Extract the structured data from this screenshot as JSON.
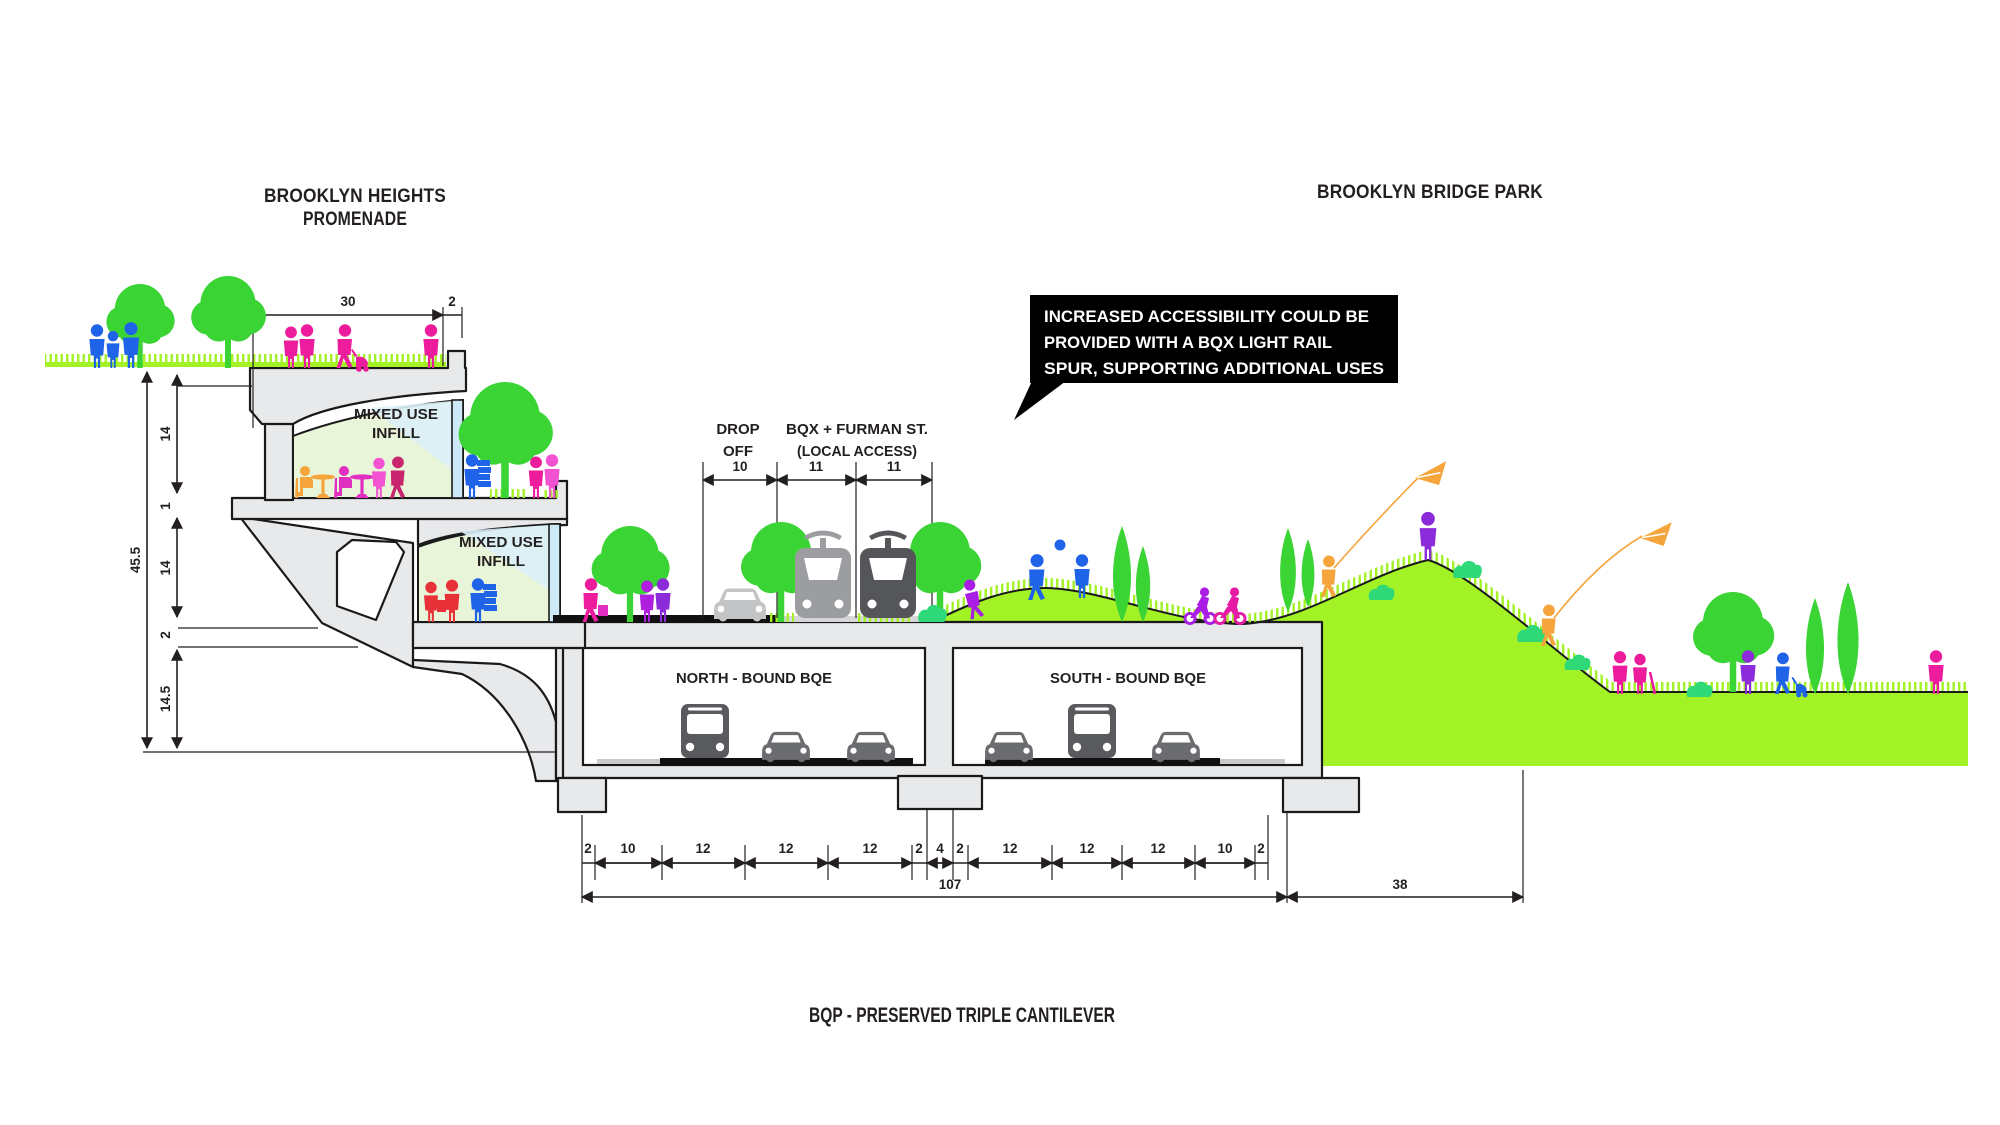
{
  "titles": {
    "promenade_line1": "BROOKLYN HEIGHTS",
    "promenade_line2": "PROMENADE",
    "park": "BROOKLYN BRIDGE PARK",
    "bottom": "BQP - PRESERVED TRIPLE CANTILEVER"
  },
  "callout": {
    "line1": "INCREASED ACCESSIBILITY COULD BE",
    "line2": "PROVIDED WITH A BQX LIGHT RAIL",
    "line3": "SPUR, SUPPORTING ADDITIONAL USES"
  },
  "labels": {
    "mixed_use_upper_line1": "MIXED USE",
    "mixed_use_upper_line2": "INFILL",
    "mixed_use_lower_line1": "MIXED USE",
    "mixed_use_lower_line2": "INFILL",
    "drop_off_line1": "DROP",
    "drop_off_line2": "OFF",
    "bqx_line1": "BQX + FURMAN ST.",
    "bqx_line2": "(LOCAL ACCESS)",
    "north_tunnel": "NORTH - BOUND BQE",
    "south_tunnel": "SOUTH - BOUND BQE"
  },
  "dimensions": {
    "promenade": {
      "width": "30",
      "edge": "2"
    },
    "heights": {
      "total": "45.5",
      "upper_level": "14",
      "slab1": "1",
      "mid_level": "14",
      "street_slab": "2",
      "tunnel_level": "14.5"
    },
    "lanes": {
      "drop_off": "10",
      "bqx_lane1": "11",
      "bqx_lane2": "11"
    },
    "bottom": [
      "2",
      "10",
      "12",
      "12",
      "12",
      "2",
      "4",
      "2",
      "12",
      "12",
      "12",
      "10",
      "2"
    ],
    "totals": {
      "cantilever": "107",
      "park": "38"
    }
  },
  "colors": {
    "grass_green": "#A2F226",
    "tree_green": "#3BD435",
    "bush_green": "#2FD978",
    "structure_gray": "#E8E9EA",
    "outline": "#231F20",
    "callout_bg": "#000000",
    "people_blue": "#1F63E8",
    "people_pink": "#EC1C9C",
    "people_magenta": "#E12FC2",
    "people_purple": "#8B2BD9",
    "people_violet": "#A91DE4",
    "people_orange": "#F5A53B",
    "people_red": "#E73137",
    "people_crimson": "#C9256F",
    "vehicle_dark": "#595A5E",
    "vehicle_mid": "#6B6C6F",
    "tram_light": "#9B9DA0",
    "tram_dark": "#55565A",
    "car_light": "#C2C4C6"
  }
}
